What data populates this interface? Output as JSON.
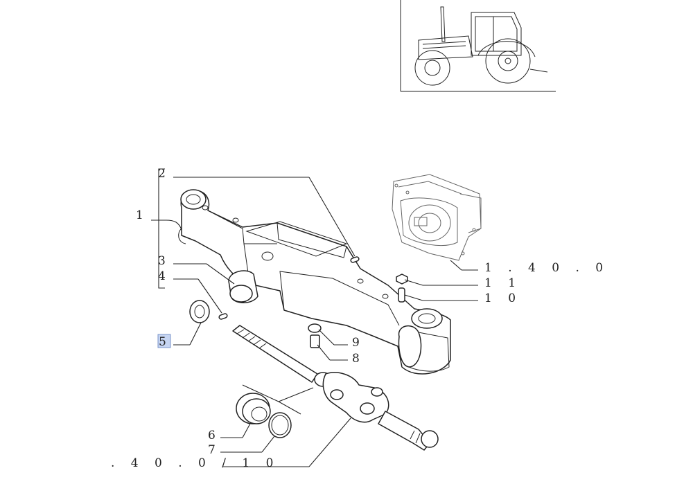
{
  "callouts": {
    "c1": "1",
    "c2": "2",
    "c3": "3",
    "c4": "4",
    "c5": "5",
    "c6": "6",
    "c7": "7",
    "c8": "8",
    "c9": "9",
    "c10": "1 0",
    "c11": "1 1",
    "ref_diff": "1 . 4 0 . 0",
    "ref_shaft": ". 4 0 . 0 / 1 0"
  },
  "highlight": {
    "selected_callout": "5",
    "color": "#c6d5f2"
  },
  "icons": {
    "thumbnail": "tractor-thumbnail-icon"
  }
}
